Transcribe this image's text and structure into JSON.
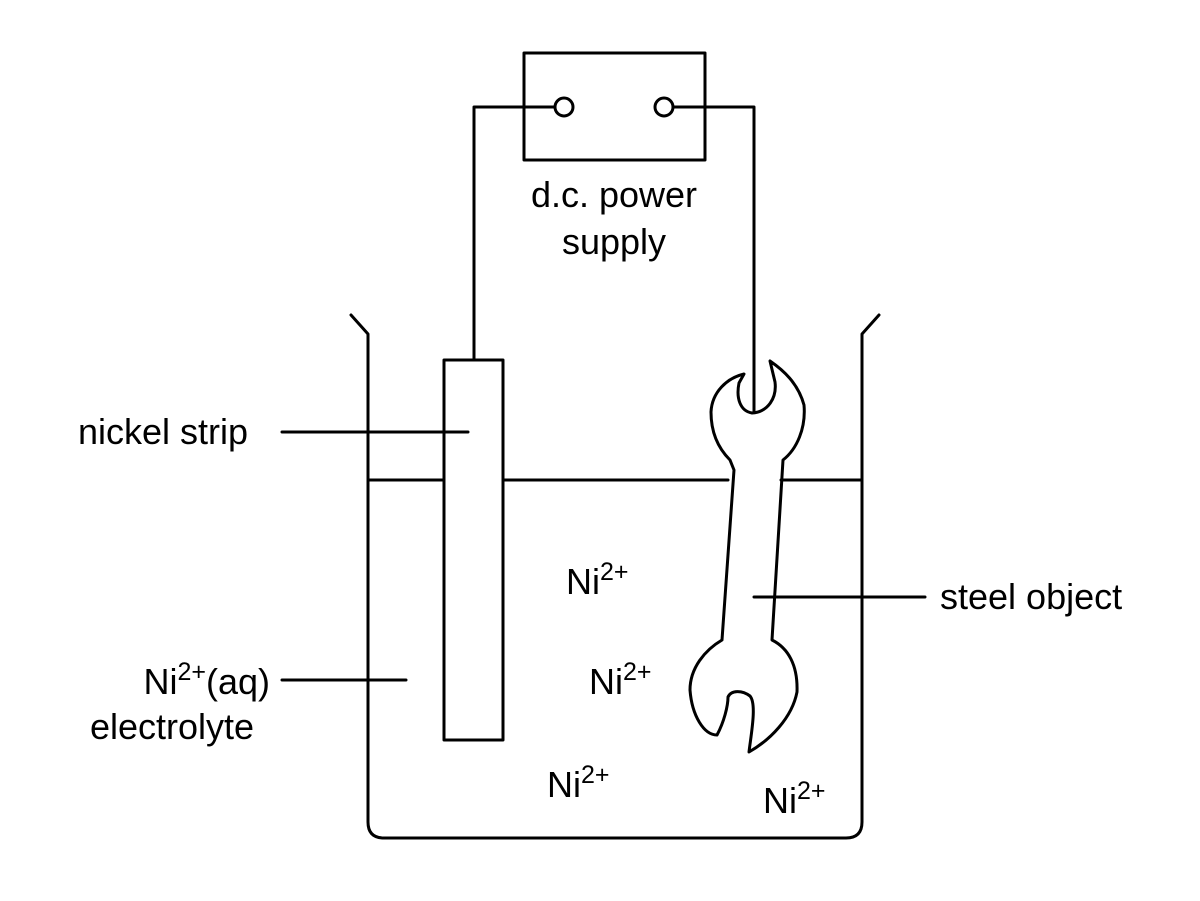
{
  "power_supply": {
    "label_line1": "d.c. power",
    "label_line2": "supply"
  },
  "labels": {
    "nickel_strip": "nickel strip",
    "steel_object": "steel object",
    "electrolyte_species": "Ni",
    "electrolyte_charge": "2+",
    "electrolyte_state": "(aq)",
    "electrolyte_word": "electrolyte"
  },
  "ions": [
    {
      "symbol": "Ni",
      "charge": "2+"
    },
    {
      "symbol": "Ni",
      "charge": "2+"
    },
    {
      "symbol": "Ni",
      "charge": "2+"
    },
    {
      "symbol": "Ni",
      "charge": "2+"
    }
  ],
  "colors": {
    "line": "#000000",
    "background": "#ffffff"
  }
}
